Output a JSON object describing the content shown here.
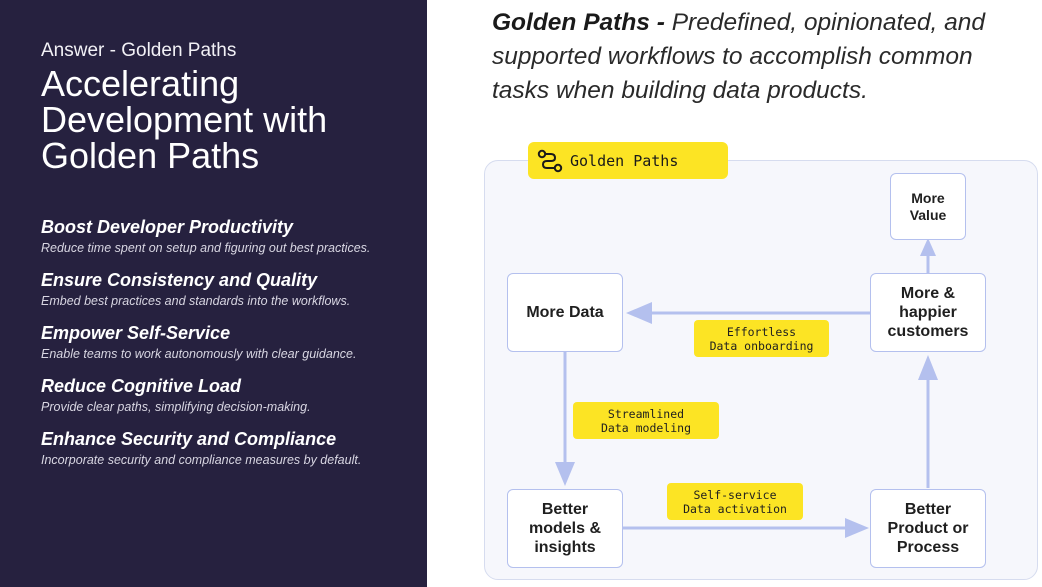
{
  "left": {
    "eyebrow": "Answer - Golden Paths",
    "title_lines": [
      "Accelerating",
      "Development with",
      "Golden Paths"
    ],
    "benefits": [
      {
        "title": "Boost Developer Productivity",
        "desc": "Reduce time spent on setup and figuring out best practices."
      },
      {
        "title": "Ensure Consistency and Quality",
        "desc": "Embed best practices and standards into the workflows."
      },
      {
        "title": "Empower Self-Service",
        "desc": "Enable teams to work autonomously with clear guidance."
      },
      {
        "title": "Reduce Cognitive Load",
        "desc": "Provide clear paths, simplifying decision-making."
      },
      {
        "title": "Enhance Security and Compliance",
        "desc": "Incorporate security and compliance measures by default."
      }
    ]
  },
  "headline": {
    "strong": "Golden Paths -",
    "rest": " Predefined, opinionated, and supported workflows to accomplish common tasks when building data products."
  },
  "diagram": {
    "label": "Golden Paths",
    "icon": "workflow-path-icon",
    "nodes": {
      "more_data": "More Data",
      "better_models": "Better models & insights",
      "better_product": "Better Product or Process",
      "happier_customers": "More & happier customers",
      "more_value": "More Value"
    },
    "edge_labels": {
      "onboarding": [
        "Effortless",
        "Data onboarding"
      ],
      "modeling": [
        "Streamlined",
        "Data modeling"
      ],
      "activation": [
        "Self-service",
        "Data activation"
      ]
    }
  },
  "colors": {
    "panel_bg": "#26213f",
    "accent_yellow": "#fce424",
    "arrow_blue": "#b4c0ee",
    "frame_bg": "#f6f7fc"
  }
}
